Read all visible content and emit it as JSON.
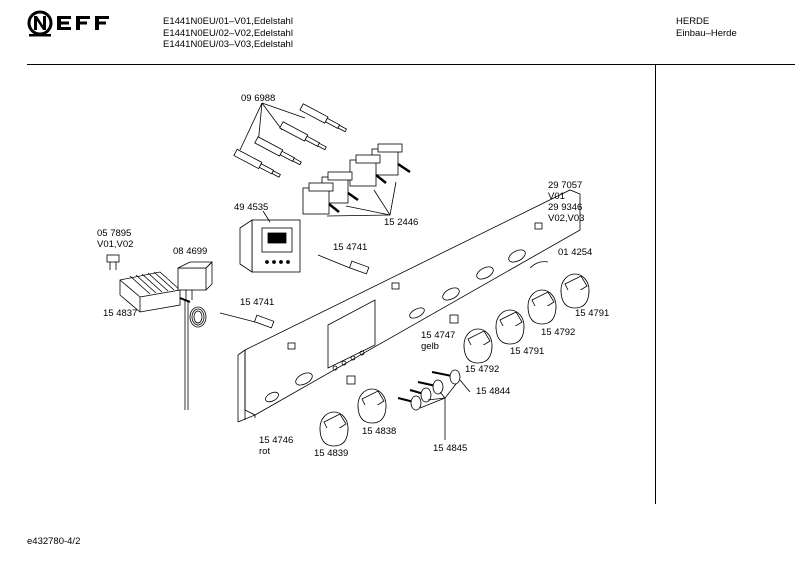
{
  "header": {
    "brand": "NEFF",
    "models": [
      "E1441N0EU/01–V01,Edelstahl",
      "E1441N0EU/02–V02,Edelstahl",
      "E1441N0EU/03–V03,Edelstahl"
    ],
    "category": "HERDE",
    "subcategory": "Einbau–Herde"
  },
  "parts": [
    {
      "id": "p1",
      "number": "09 6988"
    },
    {
      "id": "p2",
      "number": "29 7057",
      "variant": "V01"
    },
    {
      "id": "p3",
      "number": "29 9346",
      "variant": "V02,V03"
    },
    {
      "id": "p4",
      "number": "49 4535"
    },
    {
      "id": "p5",
      "number": "15 2446"
    },
    {
      "id": "p6",
      "number": "05 7895",
      "variant": "V01,V02"
    },
    {
      "id": "p7",
      "number": "08 4699"
    },
    {
      "id": "p8",
      "number": "15 4741"
    },
    {
      "id": "p9",
      "number": "01 4254"
    },
    {
      "id": "p10",
      "number": "15 4741"
    },
    {
      "id": "p11",
      "number": "15 4837"
    },
    {
      "id": "p12",
      "number": "15 4791"
    },
    {
      "id": "p13",
      "number": "15 4747",
      "variant": "gelb"
    },
    {
      "id": "p14",
      "number": "15 4792"
    },
    {
      "id": "p15",
      "number": "15 4791"
    },
    {
      "id": "p16",
      "number": "15 4792"
    },
    {
      "id": "p17",
      "number": "15 4844"
    },
    {
      "id": "p18",
      "number": "15 4746",
      "variant": "rot"
    },
    {
      "id": "p19",
      "number": "15 4838"
    },
    {
      "id": "p20",
      "number": "15 4839"
    },
    {
      "id": "p21",
      "number": "15 4845"
    }
  ],
  "footer": {
    "doc_id": "e432780-4/2"
  }
}
